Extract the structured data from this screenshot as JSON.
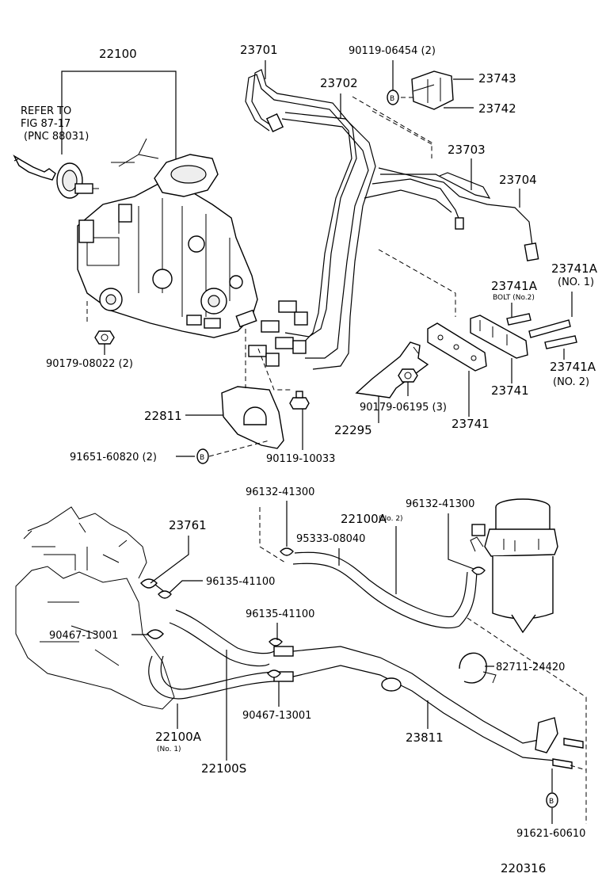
{
  "labels": {
    "p22100": "22100",
    "refer1": "REFER TO",
    "refer2": "FIG 87-17",
    "refer3": "(PNC 88031)",
    "p23701": "23701",
    "p23702": "23702",
    "p90119_06454": "90119-06454 (2)",
    "p23743": "23743",
    "p23742": "23742",
    "p23703": "23703",
    "p23704": "23704",
    "p23741A_no1_a": "23741A",
    "p23741A_no1_b": "(NO. 1)",
    "p23741A_bolt": "23741A",
    "bolt_no2": "BOLT (No.2)",
    "p23741A_no2_a": "23741A",
    "p23741A_no2_b": "(NO. 2)",
    "p23741_right": "23741",
    "p23741_bottom": "23741",
    "p90179_08022": "90179-08022 (2)",
    "p90179_06195": "90179-06195 (3)",
    "p22811": "22811",
    "p22295": "22295",
    "p91651_60820": "91651-60820 (2)",
    "p90119_10033": "90119-10033",
    "p96132_41300_a": "96132-41300",
    "p96132_41300_b": "96132-41300",
    "p22100A_no2": "22100A",
    "no2_small": "(No. 2)",
    "p95333_08040": "95333-08040",
    "p23761": "23761",
    "p96135_41100_a": "96135-41100",
    "p96135_41100_b": "96135-41100",
    "p90467_13001_a": "90467-13001",
    "p90467_13001_b": "90467-13001",
    "p82711_24420": "82711-24420",
    "p22100A_no1": "22100A",
    "no1_small": "(No. 1)",
    "p22100S": "22100S",
    "p23811": "23811",
    "p91621_60610": "91621-60610",
    "fig_id": "220316"
  },
  "glyph": "B"
}
